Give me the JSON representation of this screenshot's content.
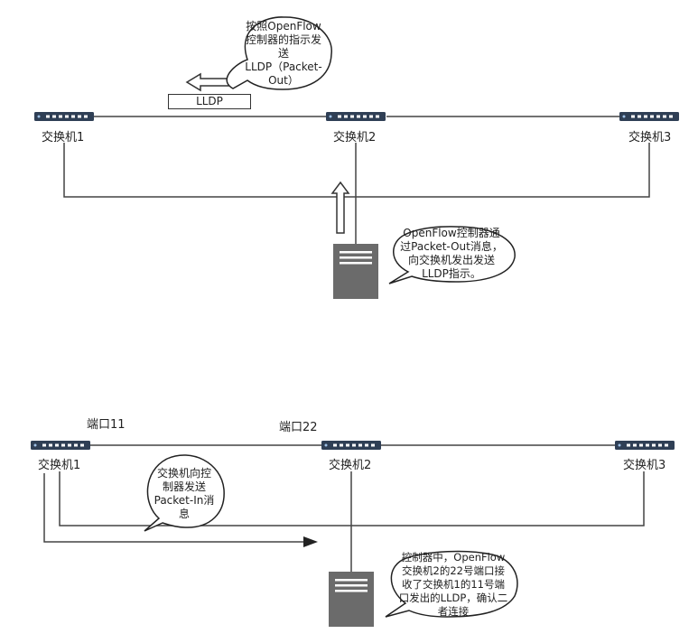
{
  "top_panel": {
    "switch_1": "交换机1",
    "switch_2": "交换机2",
    "switch_3": "交换机3",
    "lldp_packet": "LLDP",
    "bubble_send": [
      "按照OpenFlow",
      "控制器的指示发",
      "送",
      "LLDP（Packet-",
      "Out）"
    ],
    "bubble_controller": [
      "OpenFlow控制器通",
      "过Packet-Out消息，",
      "向交换机发出发送",
      "LLDP指示。"
    ]
  },
  "bottom_panel": {
    "switch_1": "交换机1",
    "switch_2": "交换机2",
    "switch_3": "交换机3",
    "port_11": "端口11",
    "port_22": "端口22",
    "bubble_packet_in": [
      "交换机向控",
      "制器发送",
      "Packet-In消",
      "息"
    ],
    "bubble_confirm": [
      "控制器中，OpenFlow",
      "交换机2的22号端口接",
      "收了交换机1的11号端",
      "口发出的LLDP，确认二",
      "者连接"
    ]
  },
  "colors": {
    "line": "#444444",
    "switch_body": "#2f3f55",
    "switch_port": "#ffffff",
    "server": "#6b6b6b",
    "bubble_border": "#222222"
  }
}
